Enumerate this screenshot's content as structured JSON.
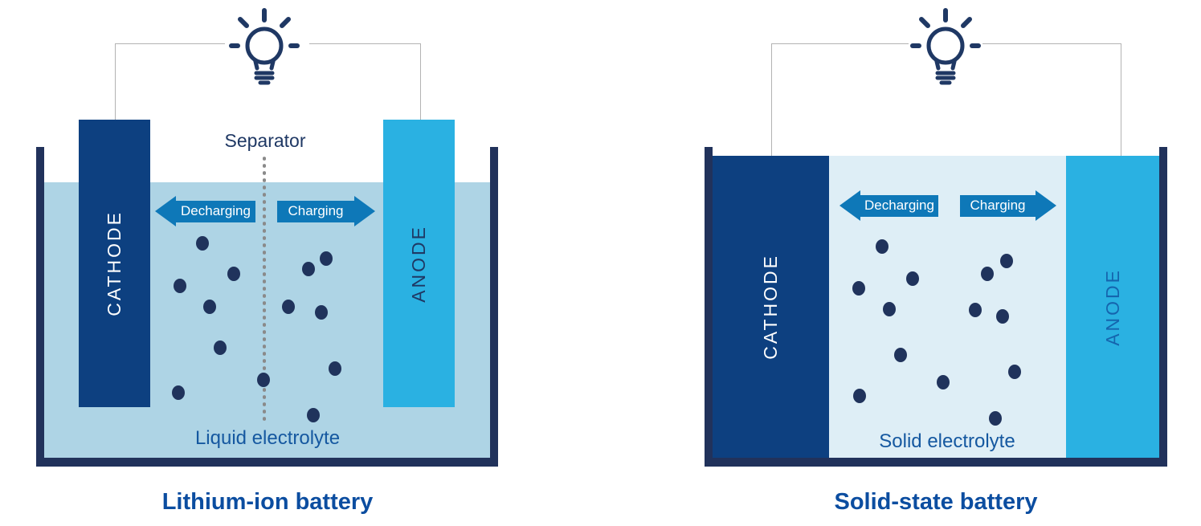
{
  "page": {
    "background": "#ffffff"
  },
  "colors": {
    "tank_border_navy": "#21325b",
    "cathode_fill": "#0d4080",
    "anode_fill": "#2ab1e2",
    "liquid_electrolyte_fill": "#aed4e5",
    "solid_electrolyte_fill": "#deeef6",
    "arrow_fill": "#0e78b8",
    "title_blue": "#0b4da0",
    "electrolyte_label_blue": "#1558a0",
    "separator_label_navy": "#1f3864",
    "anode_label_navy": "#1f3864",
    "anode_label_blue": "#1565ae",
    "cathode_label_white": "#ffffff",
    "ion_navy": "#20335c",
    "separator_dot_gray": "#8a8a8a",
    "wire_gray": "#b3b3b3",
    "bulb_icon_navy": "#1f3864"
  },
  "panels": [
    {
      "title": "Lithium-ion battery",
      "cathode_label": "CATHODE",
      "anode_label": "ANODE",
      "separator_label": "Separator",
      "electrolyte_label": "Liquid electrolyte",
      "arrows": {
        "discharge": "Decharging",
        "charge": "Charging"
      },
      "ions": [
        [
          252,
          303
        ],
        [
          291,
          341
        ],
        [
          224,
          356
        ],
        [
          261,
          382
        ],
        [
          274,
          433
        ],
        [
          222,
          489
        ],
        [
          328,
          473
        ],
        [
          384,
          335
        ],
        [
          406,
          322
        ],
        [
          359,
          382
        ],
        [
          400,
          389
        ],
        [
          417,
          459
        ],
        [
          390,
          517
        ]
      ]
    },
    {
      "title": "Solid-state battery",
      "cathode_label": "CATHODE",
      "anode_label": "ANODE",
      "electrolyte_label": "Solid electrolyte",
      "arrows": {
        "discharge": "Decharging",
        "charge": "Charging"
      },
      "ions": [
        [
          1098,
          307
        ],
        [
          1136,
          347
        ],
        [
          1069,
          359
        ],
        [
          1107,
          385
        ],
        [
          1121,
          442
        ],
        [
          1174,
          476
        ],
        [
          1070,
          493
        ],
        [
          1253,
          325
        ],
        [
          1229,
          341
        ],
        [
          1214,
          386
        ],
        [
          1248,
          394
        ],
        [
          1263,
          463
        ],
        [
          1239,
          521
        ]
      ]
    }
  ]
}
